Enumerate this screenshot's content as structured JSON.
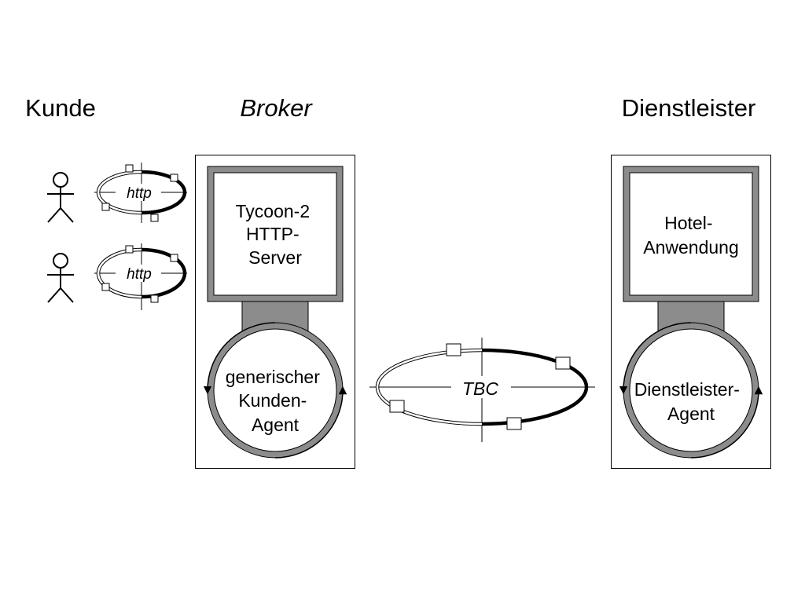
{
  "headers": {
    "customer": "Kunde",
    "broker": "Broker",
    "provider": "Dienstleister"
  },
  "customer_protocols": [
    "http",
    "http"
  ],
  "broker": {
    "server": [
      "Tycoon-2",
      "HTTP-",
      "Server"
    ],
    "agent": [
      "generischer",
      "Kunden-",
      "Agent"
    ]
  },
  "provider": {
    "application": [
      "Hotel-",
      "Anwendung"
    ],
    "agent": [
      "Dienstleister-",
      "Agent"
    ]
  },
  "channel": {
    "label": "TBC"
  },
  "colors": {
    "line": "#000000",
    "gray": "#8c8c8c",
    "background": "#ffffff"
  }
}
